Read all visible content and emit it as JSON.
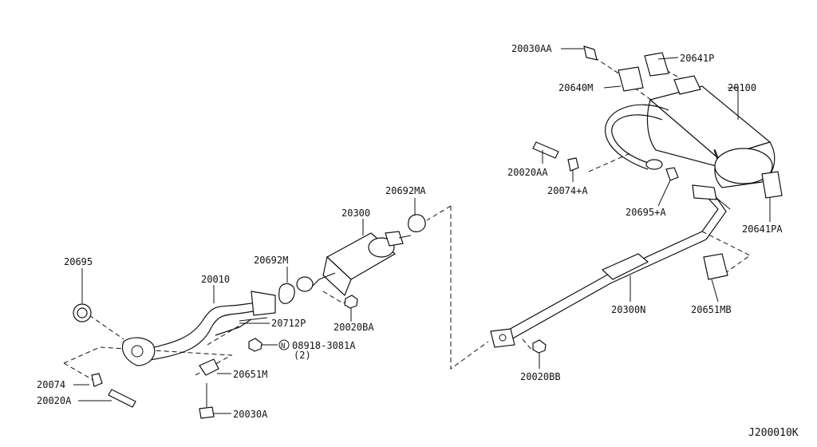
{
  "diagram": {
    "reference": "J200010K",
    "labels": {
      "p20030AA": "20030AA",
      "p20641P": "20641P",
      "p20640M": "20640M",
      "p20100": "20100",
      "p20020AA": "20020AA",
      "p20074A": "20074+A",
      "p20695A": "20695+A",
      "p20641PA": "20641PA",
      "p20692MA": "20692MA",
      "p20300": "20300",
      "p20692M": "20692M",
      "p20695": "20695",
      "p20010": "20010",
      "p20712P": "20712P",
      "p20020BA": "20020BA",
      "p08918": "08918-3081A",
      "p08918qty": "(2)",
      "p20651MB": "20651MB",
      "p20300N": "20300N",
      "p20651M": "20651M",
      "p20074": "20074",
      "p20020A": "20020A",
      "p20030A": "20030A",
      "p20020BB": "20020BB",
      "nut_symbol": "N"
    }
  }
}
